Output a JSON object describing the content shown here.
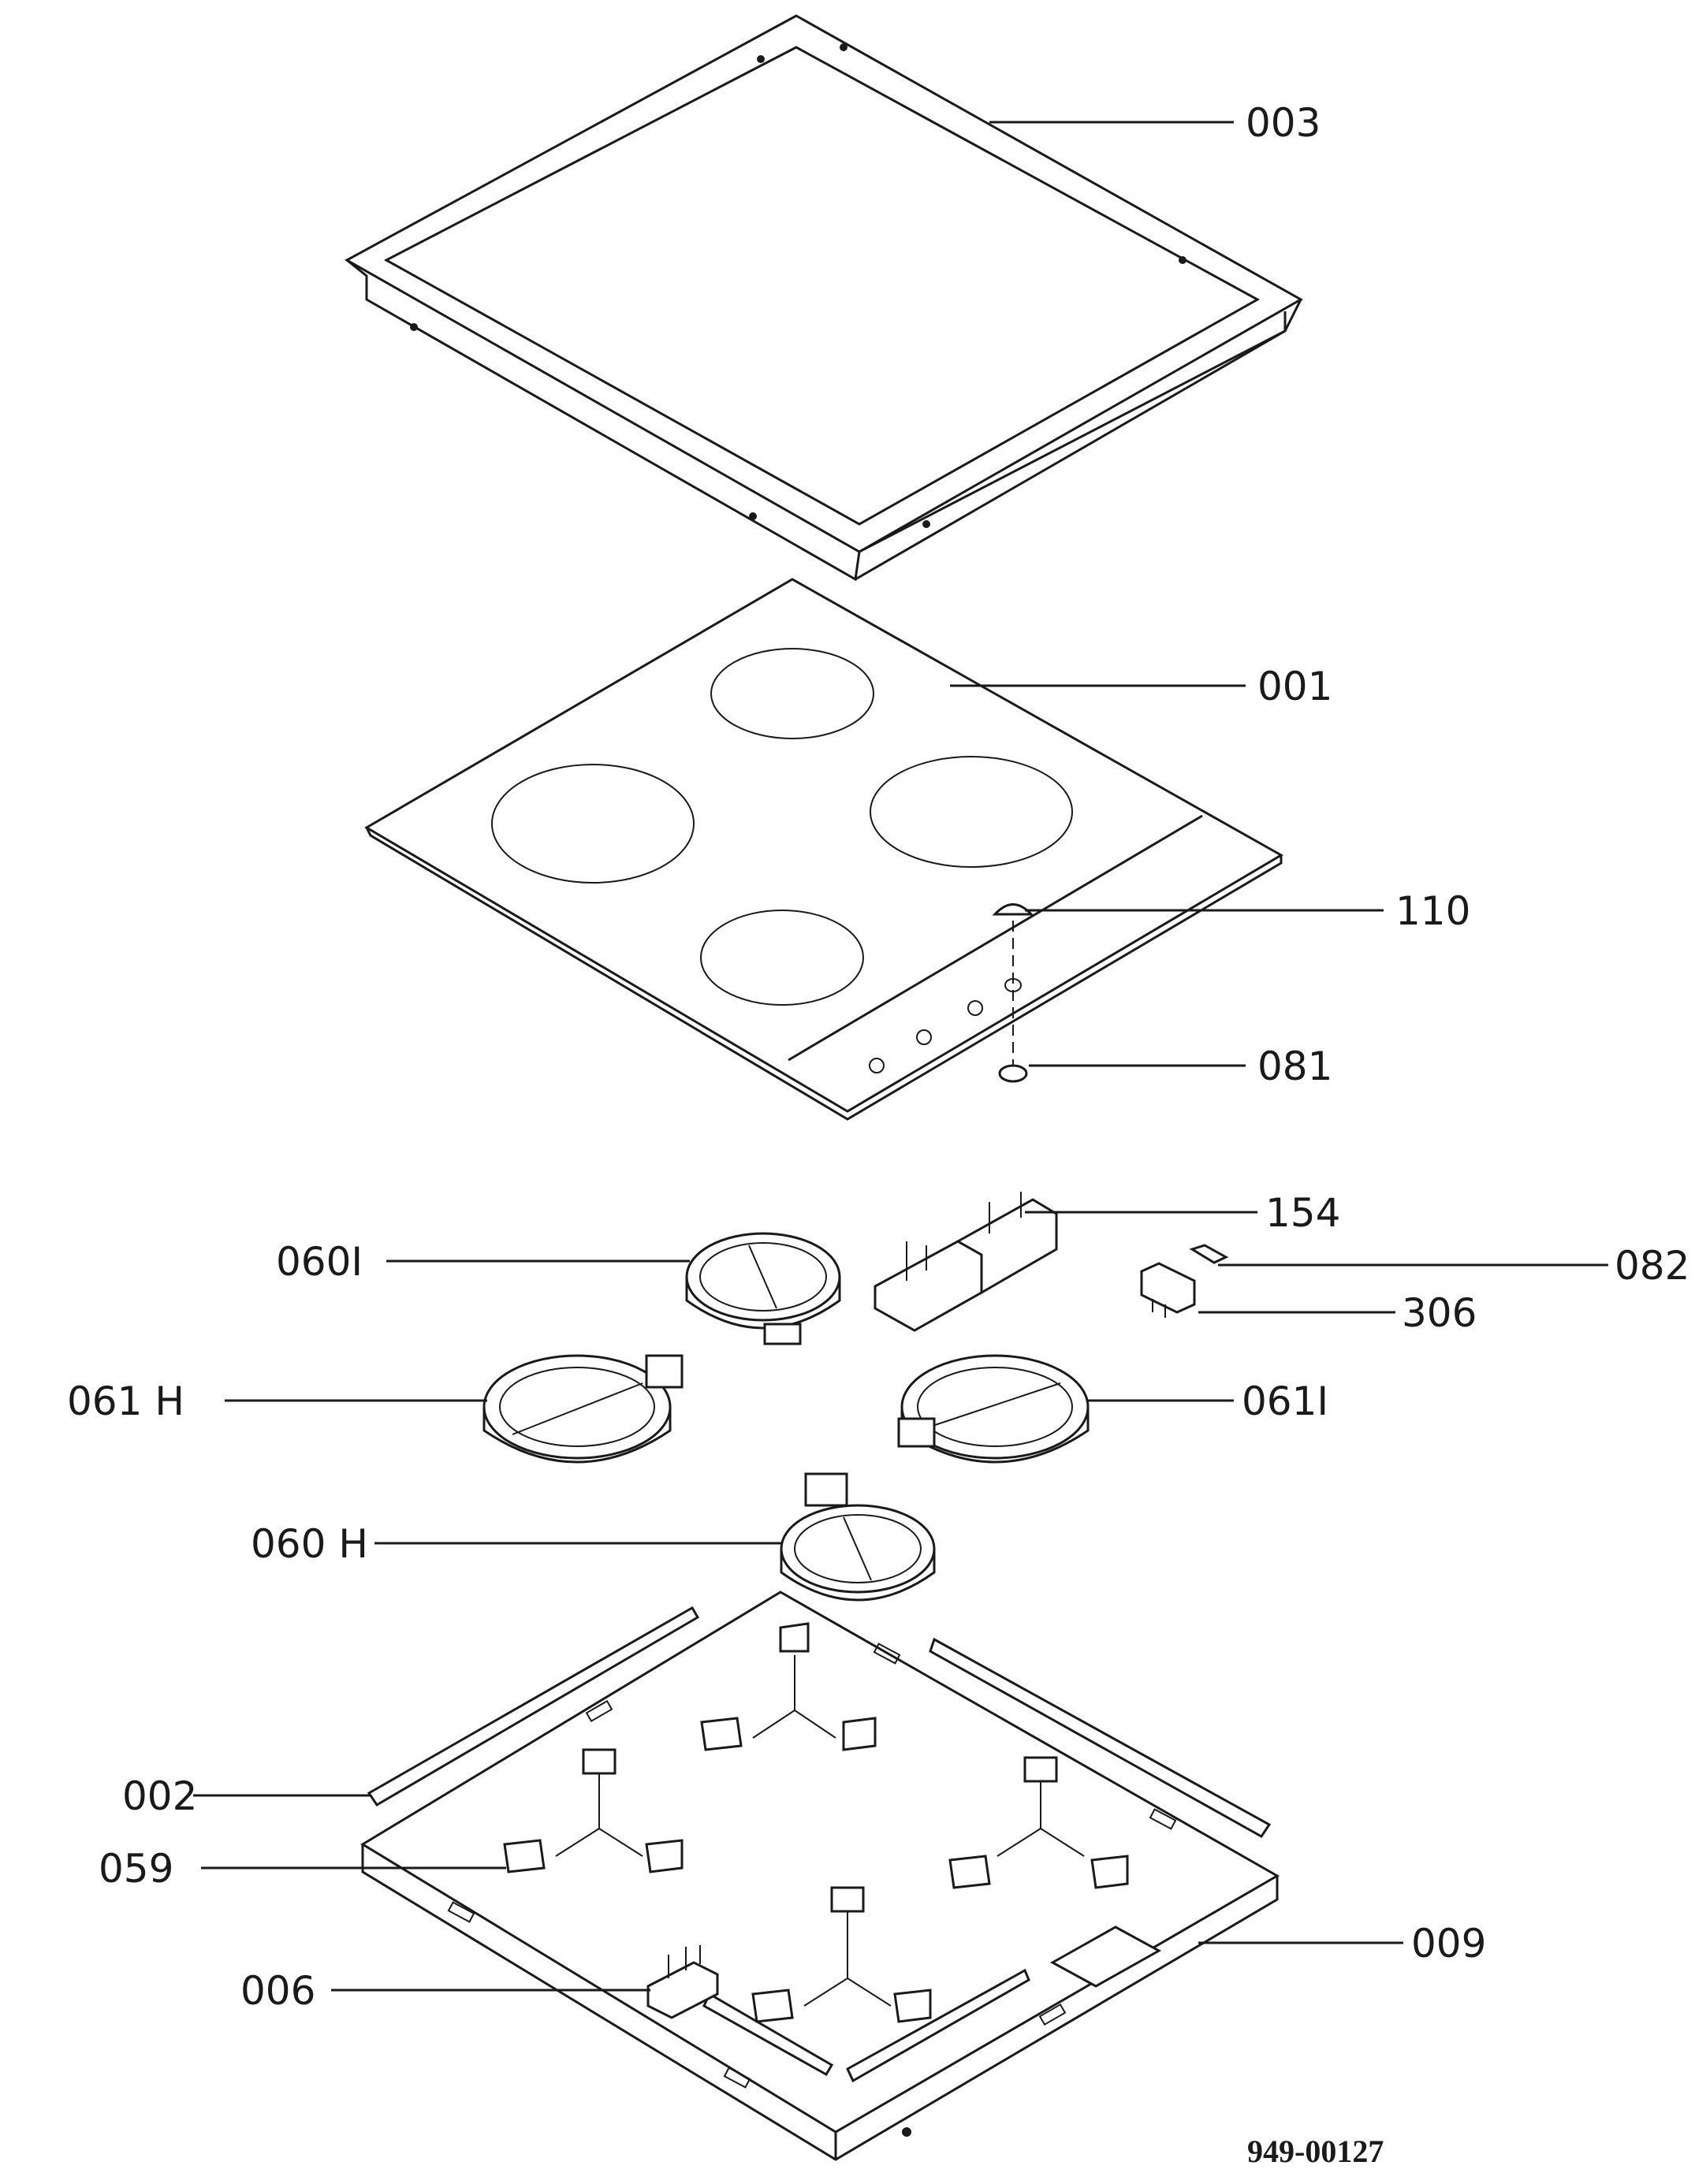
{
  "diagram": {
    "reference": "949-00127",
    "labels": {
      "p003": "003",
      "p001": "001",
      "p110": "110",
      "p081": "081",
      "p154": "154",
      "p082": "082",
      "p306": "306",
      "p060I": "060I",
      "p061H": "061 H",
      "p061I": "061I",
      "p060H": "060 H",
      "p002": "002",
      "p059": "059",
      "p009": "009",
      "p006": "006"
    }
  }
}
